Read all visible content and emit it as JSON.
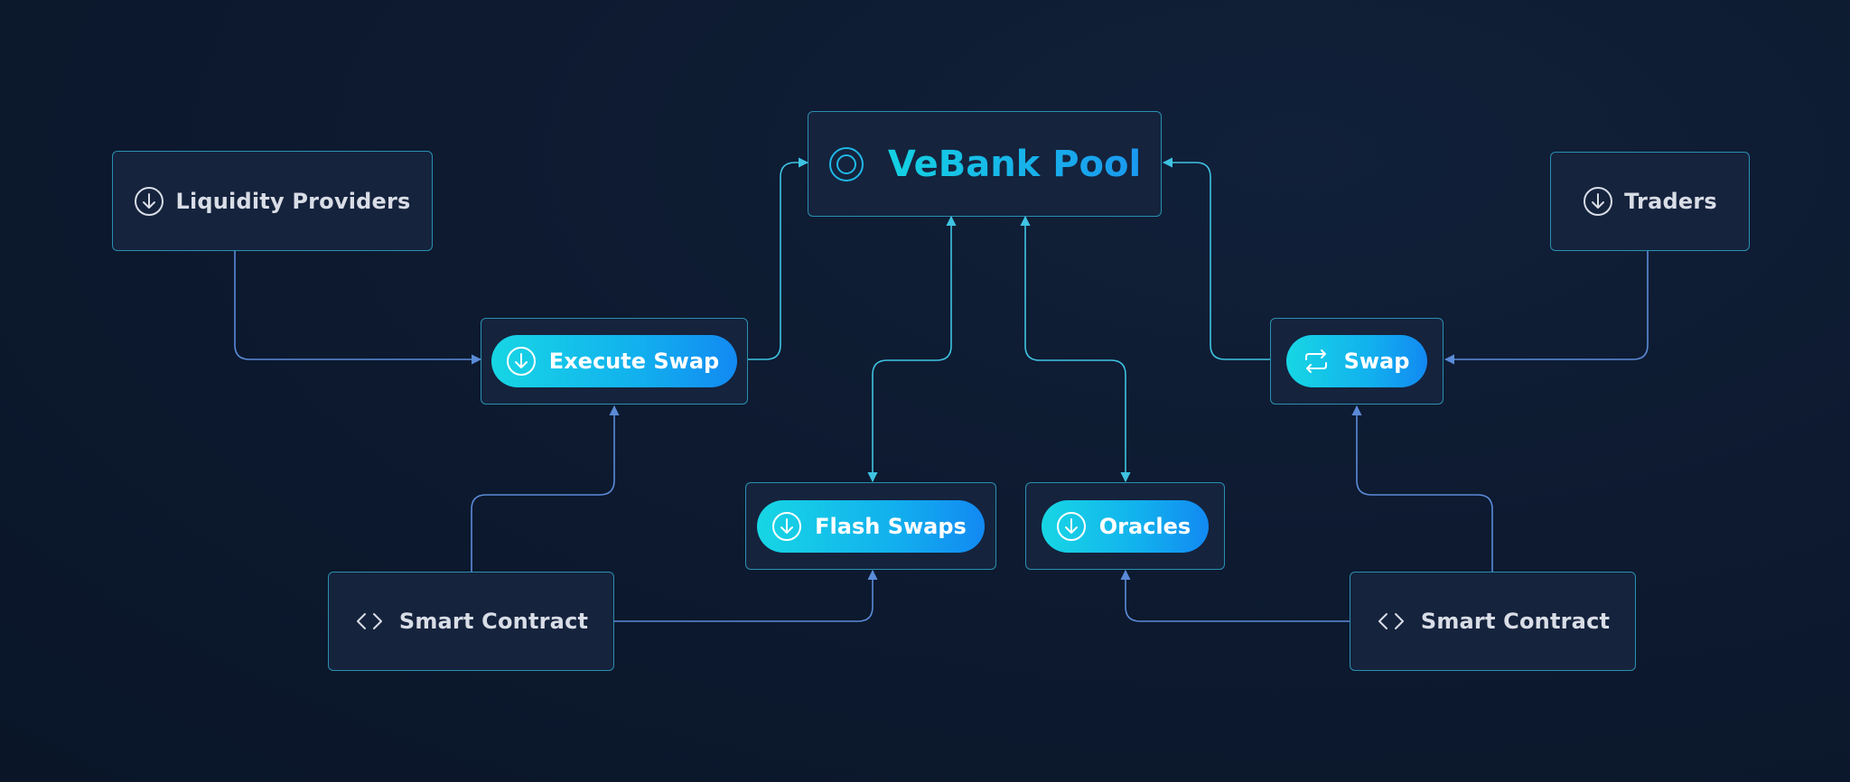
{
  "pool": {
    "title": "VeBank Pool"
  },
  "nodes": {
    "liquidity_providers": "Liquidity Providers",
    "traders": "Traders",
    "execute_swap": "Execute Swap",
    "swap": "Swap",
    "flash_swaps": "Flash Swaps",
    "oracles": "Oracles",
    "smart_contract_left": "Smart Contract",
    "smart_contract_right": "Smart Contract"
  },
  "icons": {
    "pool": "target-ring-icon",
    "liquidity_providers": "arrow-down-circle-icon",
    "traders": "arrow-down-circle-icon",
    "execute_swap": "arrow-down-circle-icon",
    "swap": "repeat-arrows-icon",
    "flash_swaps": "arrow-down-circle-icon",
    "oracles": "arrow-down-circle-icon",
    "smart_contract": "code-brackets-icon"
  },
  "colors": {
    "background": "#0d1a30",
    "node_fill": "#15233d",
    "node_border": "#2a8fb0",
    "connector_cyan": "#3fc3e2",
    "connector_blue": "#5b8bd8",
    "pill_gradient_start": "#17d6e4",
    "pill_gradient_end": "#1289f2",
    "label_text": "#d9dde6"
  }
}
